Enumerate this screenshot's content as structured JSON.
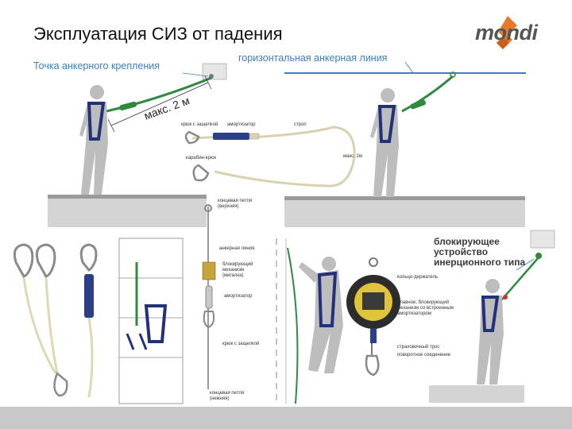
{
  "title": "Эксплуатация СИЗ от падения",
  "logo": {
    "text": "mondi",
    "brand_color": "#e8792a"
  },
  "labels": {
    "anchor_point": "Точка анкерного крепления",
    "horizontal_line": "горизонтальная анкерная линия",
    "max_length": "макс. 2 м",
    "hook_with_latch": "крюк с защелкой",
    "absorber_top": "амортизатор",
    "rope_top": "строп",
    "carabiner": "карабин-крюк",
    "max_2m_small": "макс. 2м",
    "end_loop_top_1": "концевая петля",
    "end_loop_top_2": "(верхняя)",
    "anchor_line": "анкерная линия",
    "blocking_1": "блокирующий",
    "blocking_2": "механизм",
    "blocking_3": "(мигалка)",
    "absorber_mid": "амортизатор",
    "hook_latch_mid": "крюк с защелкой",
    "end_loop_bottom_1": "концевая петля",
    "end_loop_bottom_2": "(нижняя)",
    "ring_holder": "кольцо-держатель",
    "inner_block_1": "плавное, блокирующий",
    "inner_block_2": "механизм со встроенным",
    "inner_block_3": "амортизатором",
    "safety_rope": "страховочный трос",
    "swivel": "поворотное соединение",
    "inertial_1": "блокирующее",
    "inertial_2": "устройство",
    "inertial_3": "инерционного типа"
  },
  "colors": {
    "accent_blue": "#3a7fc1",
    "harness_blue": "#23317a",
    "lanyard_green": "#2e8b3e",
    "figure_grey": "#bdbdbd",
    "platform_grey": "#d0d0d0",
    "text_dark": "#111111"
  }
}
